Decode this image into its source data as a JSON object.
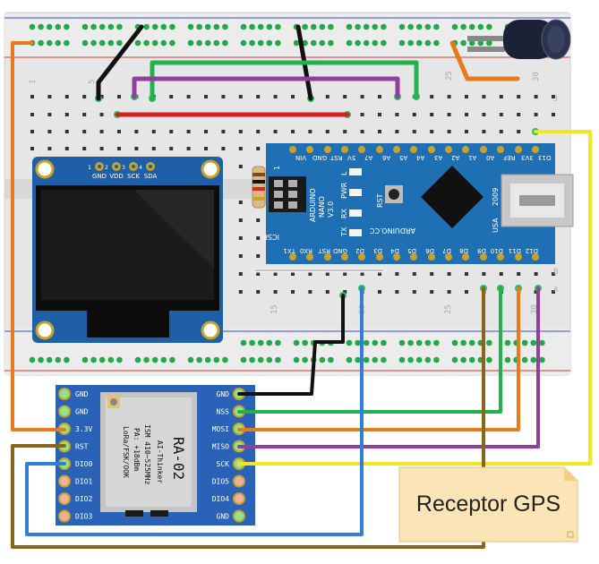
{
  "breadboard": {
    "row_letters": [
      "J",
      "B",
      "A"
    ],
    "column_numbers": [
      "1",
      "5",
      "15",
      "25",
      "30",
      "20",
      "25",
      "30"
    ]
  },
  "oled": {
    "pins": [
      "1",
      "2",
      "3",
      "4"
    ],
    "pin_labels": [
      "GND",
      "VDD",
      "SCK",
      "SDA"
    ]
  },
  "nano": {
    "top_pins": [
      "D13",
      "3V3",
      "REF",
      "A0",
      "A1",
      "A2",
      "A3",
      "A4",
      "A5",
      "A6",
      "A7",
      "5V",
      "RST",
      "GND",
      "VIN"
    ],
    "bottom_pins": [
      "D12",
      "D11",
      "D10",
      "D9",
      "D8",
      "D7",
      "D6",
      "D5",
      "D4",
      "D3",
      "D2",
      "GND",
      "RST",
      "RX0",
      "TX1"
    ],
    "silk_title": "ARDUINO",
    "silk_model": "NANO",
    "silk_version": "V3.0",
    "silk_brand": "ARDUINO.CC",
    "silk_icsp": "ICSP",
    "silk_year": "2009",
    "silk_country": "USA",
    "led_labels": [
      "L",
      "PWR",
      "RX",
      "TX"
    ],
    "rst_label": "RST",
    "icsp_pin": "1"
  },
  "ra02": {
    "left_pins": [
      "GND",
      "GND",
      "3.3V",
      "RST",
      "DIO0",
      "DIO1",
      "DIO2",
      "DIO3"
    ],
    "right_pins": [
      "GND",
      "NSS",
      "MOSI",
      "MISO",
      "SCK",
      "DIO5",
      "DIO4",
      "GND"
    ],
    "title": "RA-02",
    "maker": "AI-Thinker",
    "specs": [
      "ISM 410~525MHz",
      "PA: +18dBm",
      "LoRa/FSK/OOK"
    ]
  },
  "note": {
    "text": "Receptor GPS"
  },
  "colors": {
    "breadboard": "#e8e8e8",
    "nano_board": "#1f6fb5",
    "oled_board": "#1f5fa8",
    "ra02_board": "#2a62b8",
    "wire_green": "#22b14c",
    "wire_purple": "#8e3fa0",
    "wire_orange": "#e87a1c",
    "wire_yellow": "#f2e622",
    "wire_blue": "#2f7fd6",
    "wire_brown": "#8a6418",
    "wire_black": "#111111",
    "wire_red": "#d42020"
  }
}
